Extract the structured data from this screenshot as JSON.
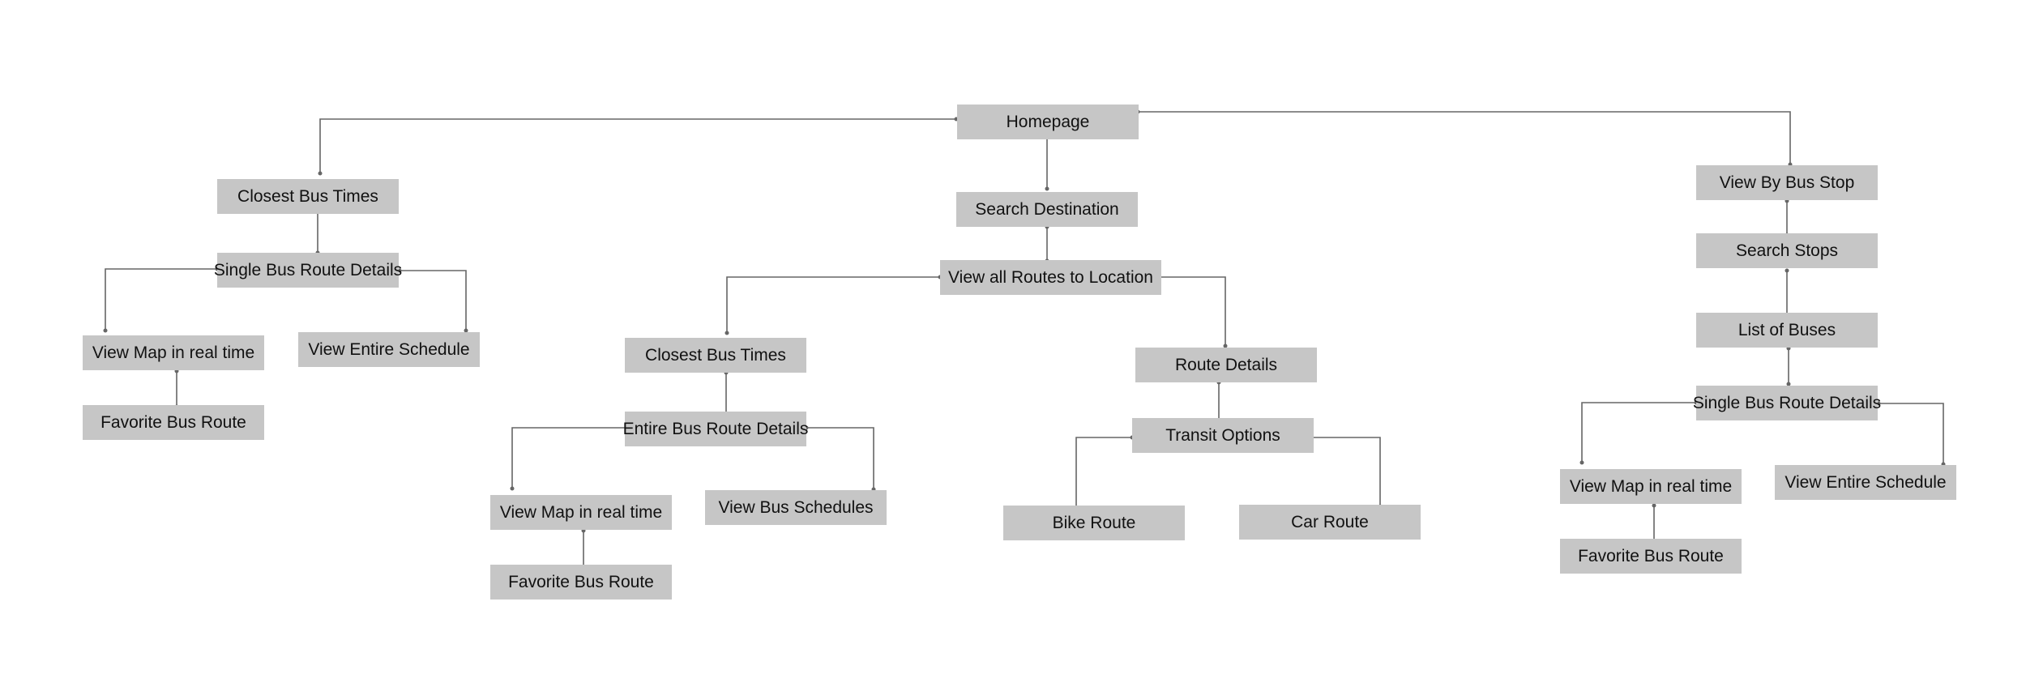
{
  "colors": {
    "node_fill": "#c6c6c6",
    "connector": "#666666",
    "text": "#111111",
    "background": "#ffffff"
  },
  "nodes": {
    "homepage": "Homepage",
    "closest_bus_times": "Closest Bus Times",
    "single_bus_route_details": "Single Bus Route Details",
    "view_map_real_time": "View Map in real time",
    "view_entire_schedule": "View Entire Schedule",
    "favorite_bus_route": "Favorite Bus Route",
    "search_destination": "Search Destination",
    "view_all_routes": "View all Routes to Location",
    "closest_bus_times_2": "Closest Bus Times",
    "entire_bus_route_details": "Entire Bus Route Details",
    "view_map_real_time_2": "View Map in real time",
    "view_bus_schedules": "View Bus Schedules",
    "favorite_bus_route_2": "Favorite Bus Route",
    "route_details": "Route Details",
    "transit_options": "Transit Options",
    "bike_route": "Bike Route",
    "car_route": "Car Route",
    "view_by_bus_stop": "View By Bus Stop",
    "search_stops": "Search Stops",
    "list_of_buses": "List of Buses",
    "single_bus_route_details_3": "Single Bus Route Details",
    "view_map_real_time_3": "View Map in real time",
    "view_entire_schedule_3": "View Entire Schedule",
    "favorite_bus_route_3": "Favorite Bus Route"
  }
}
